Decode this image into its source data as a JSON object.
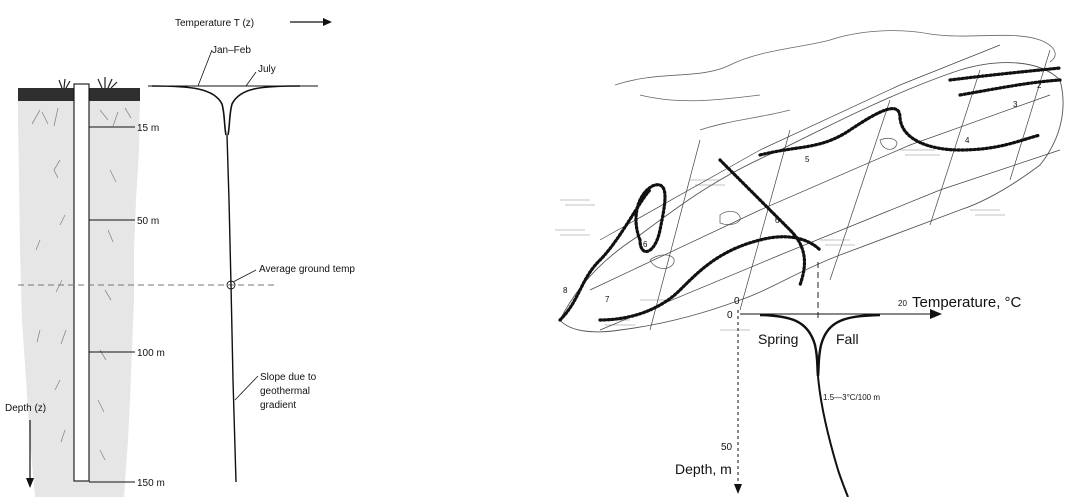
{
  "left_diagram": {
    "temperature_axis_label": "Temperature  T (z)",
    "curve_labels": {
      "jan_feb": "Jan–Feb",
      "july": "July"
    },
    "depth_markers": [
      "15 m",
      "50 m",
      "100 m",
      "150 m"
    ],
    "average_ground_temp": "Average ground temp",
    "slope_label": [
      "Slope due to",
      "geothermal",
      "gradient"
    ],
    "depth_axis_label": "Depth (z)"
  },
  "right_diagram": {
    "temperature_axis_label": "Temperature, °C",
    "x_tick_zero": "0",
    "x_tick_twenty": "20",
    "y_tick_zero": "0",
    "y_tick_fifty": "50",
    "season_labels": {
      "spring": "Spring",
      "fall": "Fall"
    },
    "gradient_label": "1.5—3°C/100 m",
    "depth_axis_label": "Depth, m",
    "map_contour_numbers": [
      "2",
      "3",
      "4",
      "5",
      "6",
      "6",
      "7",
      "8"
    ]
  },
  "colors": {
    "ground_shade": "#e5e5e5",
    "soil": "#2f2f2f",
    "ink": "#111111",
    "map_line": "#555555"
  }
}
